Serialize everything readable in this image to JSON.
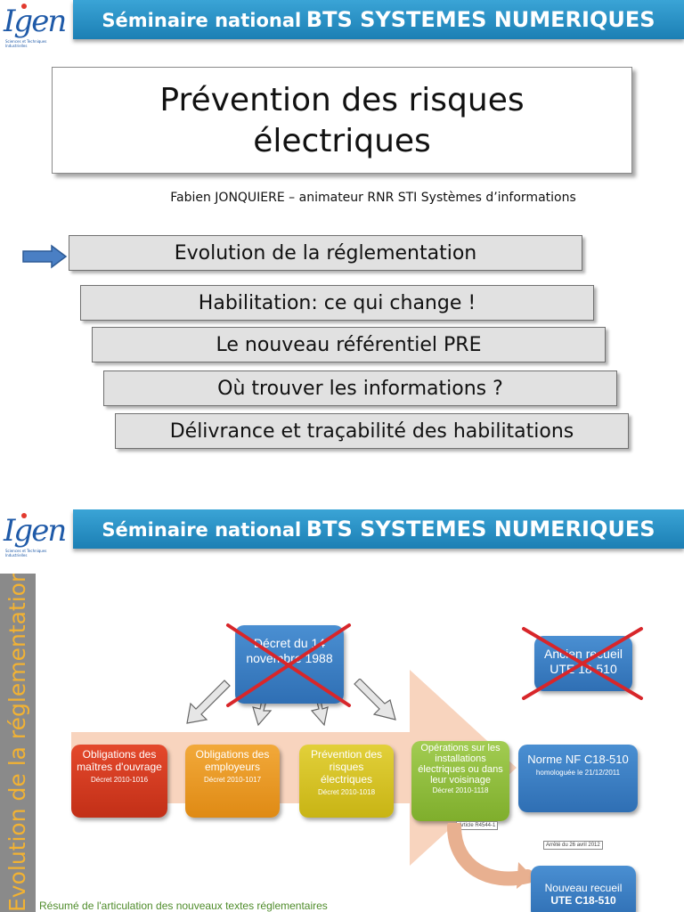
{
  "header": {
    "logo_text": "Igen",
    "logo_subtitle": "Sciences et Techniques Industrielles",
    "banner_prefix": "Séminaire national",
    "banner_main": "BTS SYSTEMES NUMERIQUES"
  },
  "slide1": {
    "title_line1": "Prévention des risques",
    "title_line2": "électriques",
    "author": "Fabien JONQUIERE – animateur RNR STI Systèmes d’informations",
    "menu": [
      {
        "label": "Evolution de la réglementation"
      },
      {
        "label": "Habilitation: ce qui change !"
      },
      {
        "label": "Le nouveau référentiel PRE"
      },
      {
        "label": "Où trouver les informations ?"
      },
      {
        "label": "Délivrance et traçabilité des habilitations"
      }
    ]
  },
  "slide2": {
    "side_title": "Evolution de la réglementation",
    "decret_1988": "Décret du 14 novembre 1988",
    "ancien_recueil": "Ancien recueil UTE 18-510",
    "boxes": [
      {
        "main": "Obligations des maîtres d'ouvrage",
        "sub": "Décret 2010-1016"
      },
      {
        "main": "Obligations des employeurs",
        "sub": "Décret 2010-1017"
      },
      {
        "main": "Prévention des risques électriques",
        "sub": "Décret 2010-1018"
      },
      {
        "main": "Opérations sur les installations électriques ou dans leur voisinage",
        "sub": "Décret 2010-1118"
      }
    ],
    "norme": {
      "main": "Norme NF C18-510",
      "sub": "homologuée le 21/12/2011"
    },
    "nouveau_recueil_line1": "Nouveau recueil",
    "nouveau_recueil_line2": "UTE C18-510",
    "article_label": "Article R4544-1",
    "arrete_label": "Arrêté du 26 avril 2012",
    "caption": "Résumé de l'articulation des nouveaux textes réglementaires"
  },
  "colors": {
    "banner": "#2a93c8",
    "box_red": "#d63a1f",
    "box_orange": "#e9961e",
    "box_yellow": "#d6c41f",
    "box_green": "#8fbd3a",
    "box_blue": "#2f7bc4",
    "cross": "#d8262a",
    "side_text": "#f2b233",
    "arrow_peach": "#f6c6a8"
  }
}
